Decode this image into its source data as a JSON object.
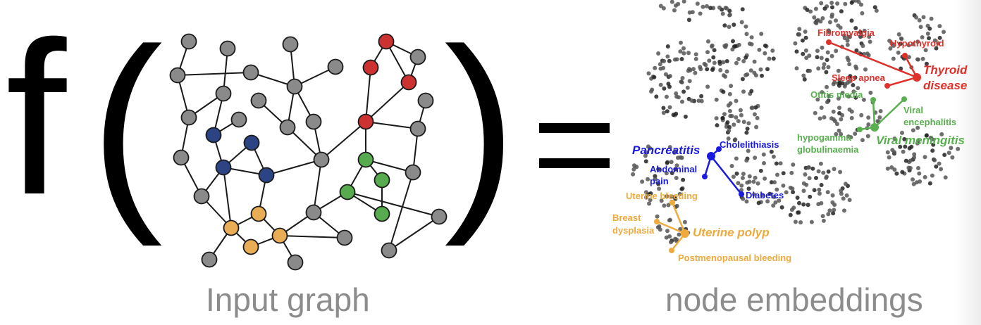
{
  "equation": {
    "function": "f",
    "open_paren": "(",
    "close_paren": ")",
    "equals": "="
  },
  "captions": {
    "left": "Input graph",
    "right": "node embeddings"
  },
  "colors": {
    "gray": "#8a8a8a",
    "blue": "#2c4384",
    "red": "#cc3232",
    "green": "#58aa4e",
    "orange": "#e8ad55",
    "caption": "#8c8c8c"
  },
  "embedding_groups": {
    "thyroid": {
      "main": "Thyroid",
      "main2": "disease",
      "color": "#e0302a",
      "related": [
        "Fibromyalgia",
        "Hypothyroid",
        "Sleep apnea"
      ]
    },
    "meningitis": {
      "main": "Viral meningitis",
      "color": "#58b04e",
      "related": [
        "Otitis media",
        "Viral",
        "encephalitis",
        "hypogamma",
        "globulinaemia"
      ]
    },
    "pancreatitis": {
      "main": "Pancreatitis",
      "color": "#1a1ae0",
      "related": [
        "Cholelithiasis",
        "Abdominal",
        "pain",
        "Diabetes"
      ]
    },
    "uterine": {
      "main": "Uterine polyp",
      "color": "#eeaa3c",
      "related": [
        "Uterine bleeding",
        "Breast",
        "dysplasia",
        "Postmenopausal bleeding"
      ]
    }
  }
}
